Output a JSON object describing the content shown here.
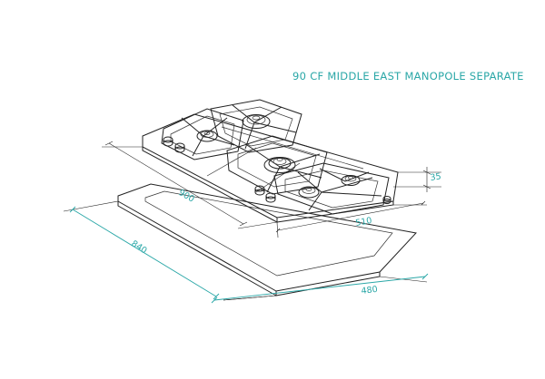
{
  "title": "90 CF MIDDLE EAST MANOPOLE SEPARATE",
  "dimensions": {
    "hob_width": "900",
    "hob_depth": "510",
    "hob_height": "35",
    "cutout_width": "840",
    "cutout_depth": "480"
  },
  "colors": {
    "accent": "#2aa7a7",
    "ink": "#222222"
  },
  "icons": {
    "burner": "gas-burner-icon",
    "grate": "pan-support-grate",
    "knob": "control-knob"
  }
}
